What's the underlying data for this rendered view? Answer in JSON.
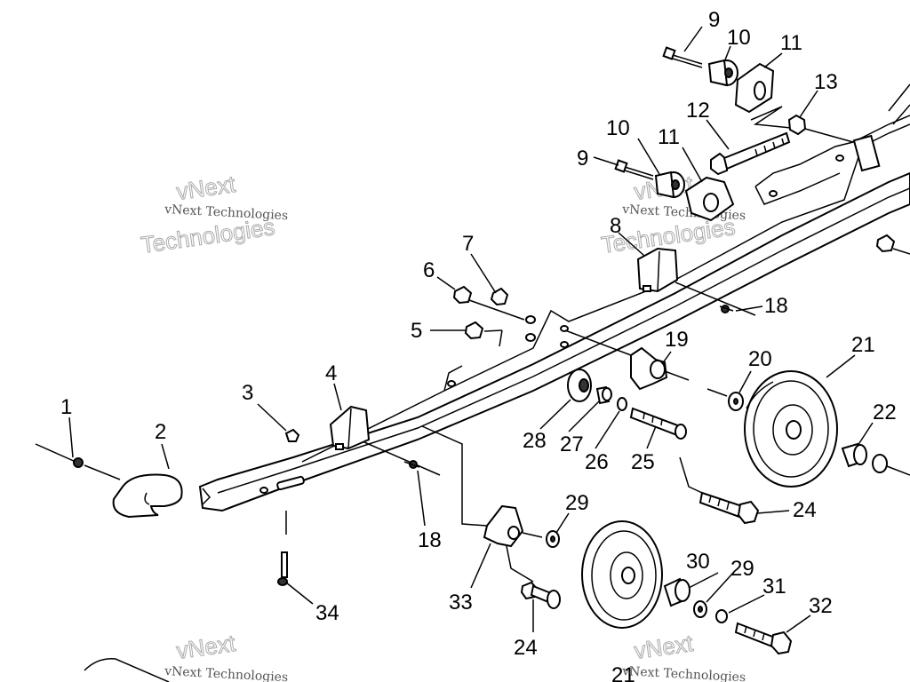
{
  "watermark": {
    "line1": "vNext",
    "line2": "vNext Technologies",
    "line3": "Technologies"
  },
  "callouts": [
    {
      "id": "c1",
      "text": "1"
    },
    {
      "id": "c2",
      "text": "2"
    },
    {
      "id": "c3",
      "text": "3"
    },
    {
      "id": "c4",
      "text": "4"
    },
    {
      "id": "c5",
      "text": "5"
    },
    {
      "id": "c6",
      "text": "6"
    },
    {
      "id": "c7",
      "text": "7"
    },
    {
      "id": "c8",
      "text": "8"
    },
    {
      "id": "c9a",
      "text": "9"
    },
    {
      "id": "c9b",
      "text": "9"
    },
    {
      "id": "c10a",
      "text": "10"
    },
    {
      "id": "c10b",
      "text": "10"
    },
    {
      "id": "c11a",
      "text": "11"
    },
    {
      "id": "c11b",
      "text": "11"
    },
    {
      "id": "c12",
      "text": "12"
    },
    {
      "id": "c13",
      "text": "13"
    },
    {
      "id": "c18a",
      "text": "18"
    },
    {
      "id": "c18b",
      "text": "18"
    },
    {
      "id": "c19",
      "text": "19"
    },
    {
      "id": "c20",
      "text": "20"
    },
    {
      "id": "c21a",
      "text": "21"
    },
    {
      "id": "c21b",
      "text": "21"
    },
    {
      "id": "c22",
      "text": "22"
    },
    {
      "id": "c24a",
      "text": "24"
    },
    {
      "id": "c24b",
      "text": "24"
    },
    {
      "id": "c25",
      "text": "25"
    },
    {
      "id": "c26",
      "text": "26"
    },
    {
      "id": "c27",
      "text": "27"
    },
    {
      "id": "c28",
      "text": "28"
    },
    {
      "id": "c29a",
      "text": "29"
    },
    {
      "id": "c29b",
      "text": "29"
    },
    {
      "id": "c30",
      "text": "30"
    },
    {
      "id": "c31",
      "text": "31"
    },
    {
      "id": "c32",
      "text": "32"
    },
    {
      "id": "c33",
      "text": "33"
    },
    {
      "id": "c34",
      "text": "34"
    }
  ]
}
